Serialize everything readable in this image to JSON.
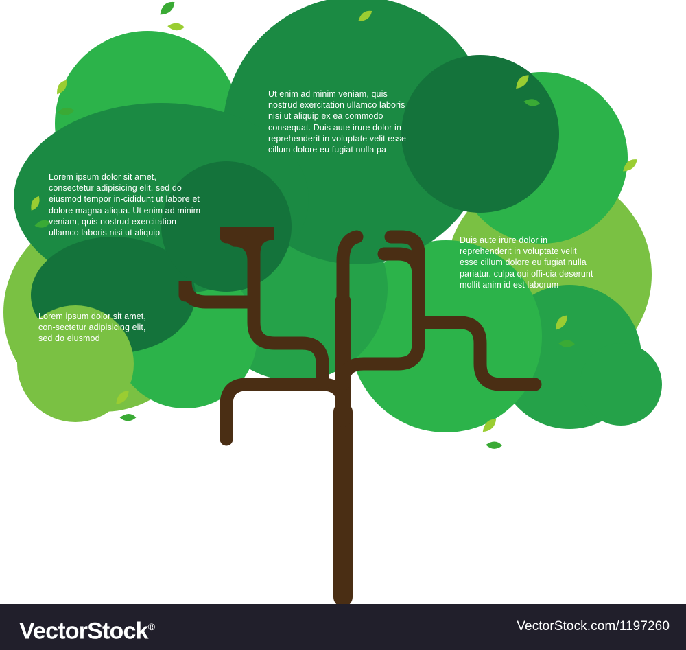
{
  "artwork": {
    "title": "Tree infographic with text blocks",
    "colors": {
      "trunk": "#4a2e14",
      "canopy_dark_green": "#1e7a3c",
      "canopy_mid_green": "#2cb34a",
      "canopy_light_green": "#7ac143",
      "canopy_deep_green": "#13703a",
      "leaf_green": "#8cc63f",
      "leaf_dark": "#3aaa35",
      "background": "#ffffff"
    },
    "text_blocks": [
      {
        "id": "top-center",
        "text": "Ut enim ad minim veniam, quis nostrud exercitation ullamco laboris nisi ut aliquip ex ea commodo consequat. Duis aute irure dolor in reprehenderit in voluptate velit esse cillum dolore eu fugiat nulla pa-"
      },
      {
        "id": "left-upper",
        "text": "Lorem ipsum dolor sit amet, consectetur adipisicing elit, sed do eiusmod tempor in-cididunt ut labore et dolore magna aliqua. Ut enim ad minim veniam, quis nostrud exercitation ullamco laboris nisi ut aliquip"
      },
      {
        "id": "right",
        "text": "Duis aute irure dolor in reprehenderit in voluptate velit esse cillum dolore eu fugiat nulla pariatur. culpa qui offi-cia deserunt mollit anim id est laborum"
      },
      {
        "id": "left-lower",
        "text": "Lorem ipsum dolor sit amet, con-sectetur adipisicing elit, sed do eiusmod"
      }
    ]
  },
  "footer": {
    "brand_first": "Vector",
    "brand_second": "Stock",
    "brand_registered": "®",
    "url": "VectorStock.com/1197260",
    "background": "#211f2b"
  }
}
